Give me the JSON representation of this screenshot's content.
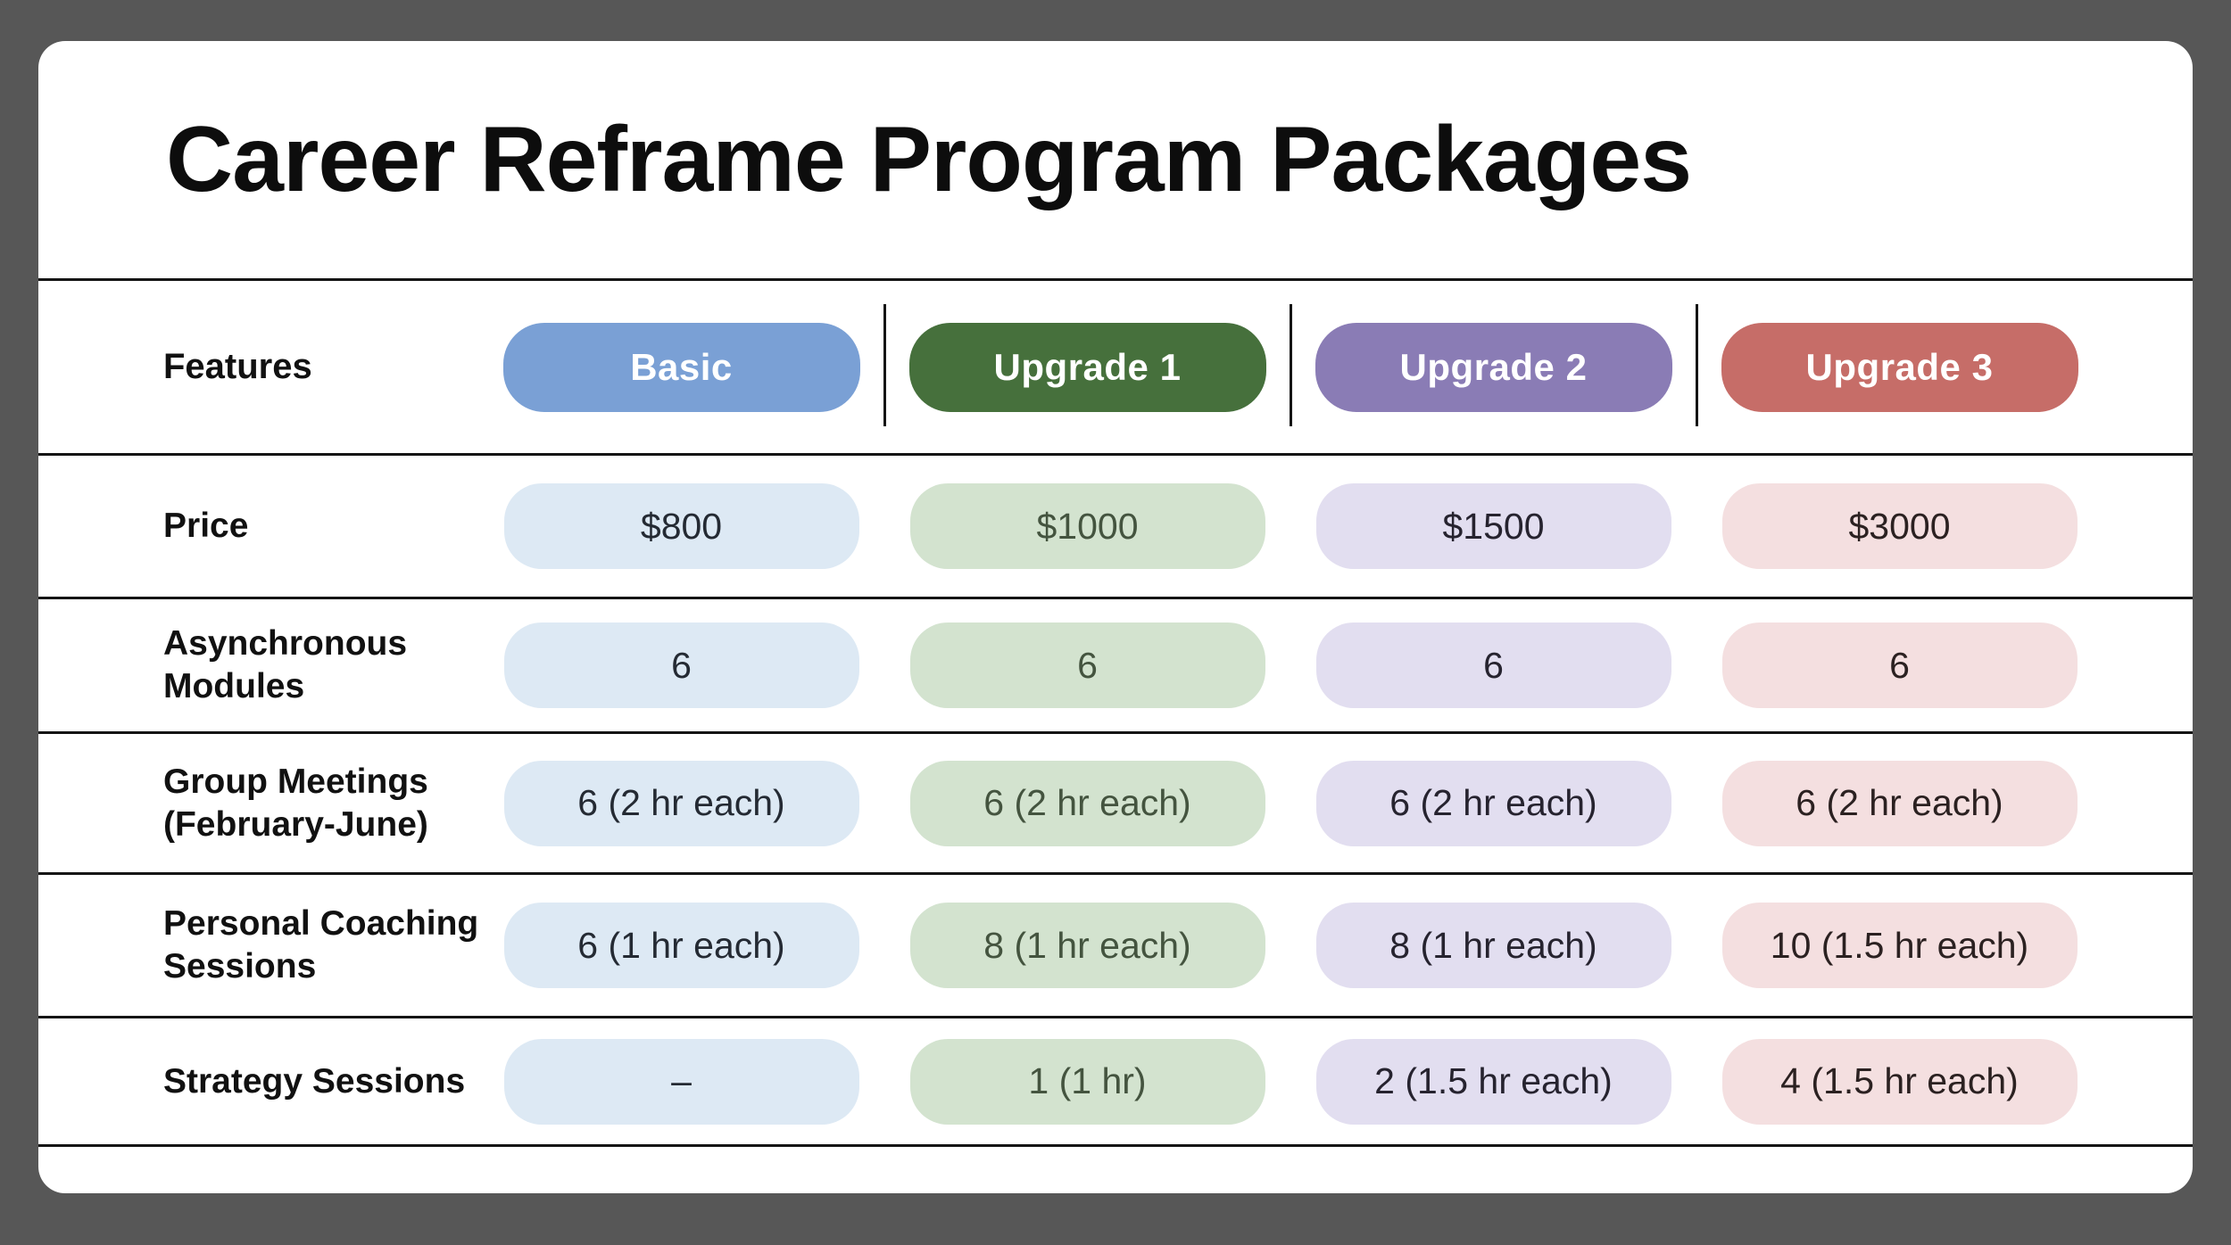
{
  "title": "Career Reframe Program Packages",
  "colors": {
    "background": "#575757",
    "card": "#ffffff",
    "line": "#151515",
    "title_text": "#0d0d0d",
    "feature_label_text": "#111111"
  },
  "table": {
    "features_header": "Features",
    "columns": [
      {
        "label": "Basic",
        "header_bg": "#7aa0d5",
        "header_text_color": "#ffffff",
        "cell_bg": "#dde9f4",
        "cell_text_color": "#242a33"
      },
      {
        "label": "Upgrade 1",
        "header_bg": "#46703c",
        "header_text_color": "#ffffff",
        "cell_bg": "#d3e3cf",
        "cell_text_color": "#44543f"
      },
      {
        "label": "Upgrade 2",
        "header_bg": "#8a7cb5",
        "header_text_color": "#ffffff",
        "cell_bg": "#e2def0",
        "cell_text_color": "#26232f"
      },
      {
        "label": "Upgrade 3",
        "header_bg": "#c66d68",
        "header_text_color": "#ffffff",
        "cell_bg": "#f4dfe0",
        "cell_text_color": "#2b2121"
      }
    ],
    "rows": [
      {
        "feature": "Price",
        "values": [
          "$800",
          "$1000",
          "$1500",
          "$3000"
        ]
      },
      {
        "feature": "Asynchronous\nModules",
        "values": [
          "6",
          "6",
          "6",
          "6"
        ]
      },
      {
        "feature": "Group Meetings\n(February-June)",
        "values": [
          "6 (2 hr each)",
          "6 (2 hr each)",
          "6 (2 hr each)",
          "6 (2 hr each)"
        ]
      },
      {
        "feature": "Personal Coaching\nSessions",
        "values": [
          "6 (1 hr each)",
          "8 (1 hr each)",
          "8 (1 hr each)",
          "10 (1.5 hr each)"
        ]
      },
      {
        "feature": "Strategy Sessions",
        "values": [
          "–",
          "1 (1 hr)",
          "2 (1.5 hr each)",
          "4 (1.5 hr each)"
        ]
      }
    ]
  },
  "chart_data": {
    "type": "table",
    "title": "Career Reframe Program Packages",
    "columns": [
      "Features",
      "Basic",
      "Upgrade 1",
      "Upgrade 2",
      "Upgrade 3"
    ],
    "rows": [
      [
        "Price",
        "$800",
        "$1000",
        "$1500",
        "$3000"
      ],
      [
        "Asynchronous Modules",
        "6",
        "6",
        "6",
        "6"
      ],
      [
        "Group Meetings (February-June)",
        "6 (2 hr each)",
        "6 (2 hr each)",
        "6 (2 hr each)",
        "6 (2 hr each)"
      ],
      [
        "Personal Coaching Sessions",
        "6 (1 hr each)",
        "8 (1 hr each)",
        "8 (1 hr each)",
        "10 (1.5 hr each)"
      ],
      [
        "Strategy Sessions",
        "–",
        "1 (1 hr)",
        "2 (1.5 hr each)",
        "4 (1.5 hr each)"
      ]
    ]
  }
}
